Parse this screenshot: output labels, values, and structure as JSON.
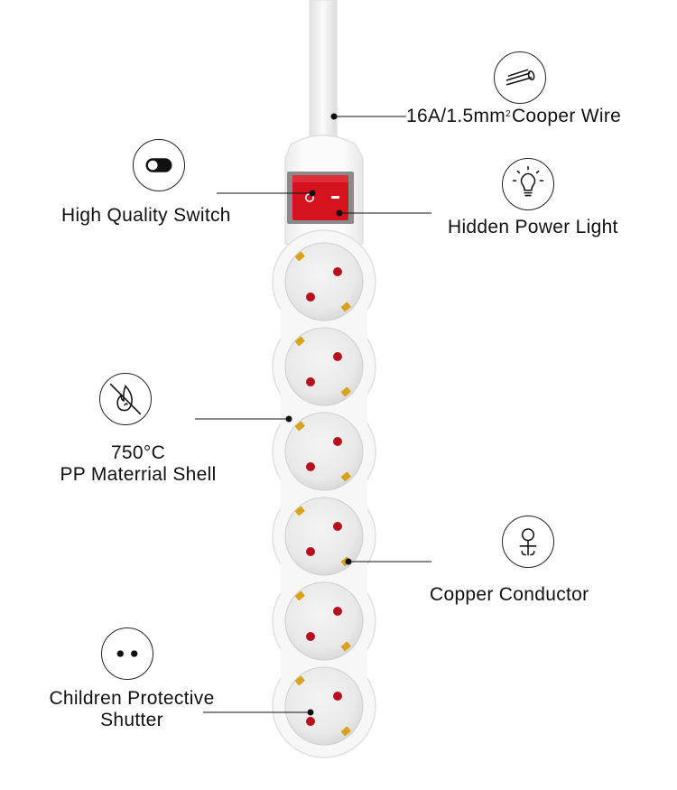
{
  "features": {
    "wire": {
      "text_main": "16A/1.5mm",
      "text_sup": "2",
      "text_end": "Cooper Wire",
      "icon": "wire-icon"
    },
    "switch": {
      "text": "High Quality Switch",
      "icon": "toggle-switch-icon"
    },
    "light": {
      "text": "Hidden Power Light",
      "icon": "light-bulb-icon"
    },
    "shell": {
      "line1": "750°C",
      "line2": "PP Materrial Shell",
      "icon": "no-fire-icon"
    },
    "conductor": {
      "text": "Copper Conductor",
      "icon": "copper-conductor-icon"
    },
    "shutter": {
      "line1": "Children Protective",
      "line2": "Shutter",
      "icon": "shutter-holes-icon"
    }
  },
  "product": {
    "socket_count": 6,
    "switch_color": "#d5131e",
    "pin_color": "#b80f1c",
    "contact_color": "#d8a21a"
  }
}
